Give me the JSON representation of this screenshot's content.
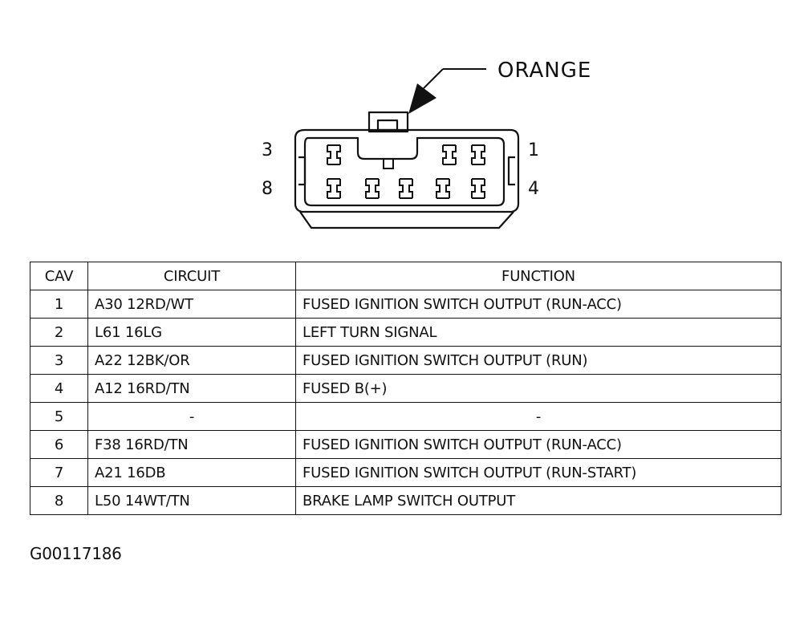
{
  "connector": {
    "color_label": "ORANGE",
    "cavity_labels": {
      "top_left": "3",
      "top_right": "1",
      "bottom_left": "8",
      "bottom_right": "4"
    }
  },
  "table": {
    "headers": {
      "cav": "CAV",
      "circuit": "CIRCUIT",
      "function": "FUNCTION"
    },
    "rows": [
      {
        "cav": "1",
        "circuit": "A30 12RD/WT",
        "function": "FUSED IGNITION SWITCH OUTPUT (RUN-ACC)"
      },
      {
        "cav": "2",
        "circuit": "L61 16LG",
        "function": "LEFT TURN SIGNAL"
      },
      {
        "cav": "3",
        "circuit": "A22 12BK/OR",
        "function": "FUSED IGNITION SWITCH OUTPUT (RUN)"
      },
      {
        "cav": "4",
        "circuit": "A12 16RD/TN",
        "function": "FUSED B(+)"
      },
      {
        "cav": "5",
        "circuit": "-",
        "function": "-"
      },
      {
        "cav": "6",
        "circuit": "F38 16RD/TN",
        "function": "FUSED IGNITION SWITCH OUTPUT (RUN-ACC)"
      },
      {
        "cav": "7",
        "circuit": "A21 16DB",
        "function": "FUSED IGNITION SWITCH OUTPUT (RUN-START)"
      },
      {
        "cav": "8",
        "circuit": "L50 14WT/TN",
        "function": "BRAKE LAMP SWITCH OUTPUT"
      }
    ]
  },
  "figure_id": "G00117186"
}
